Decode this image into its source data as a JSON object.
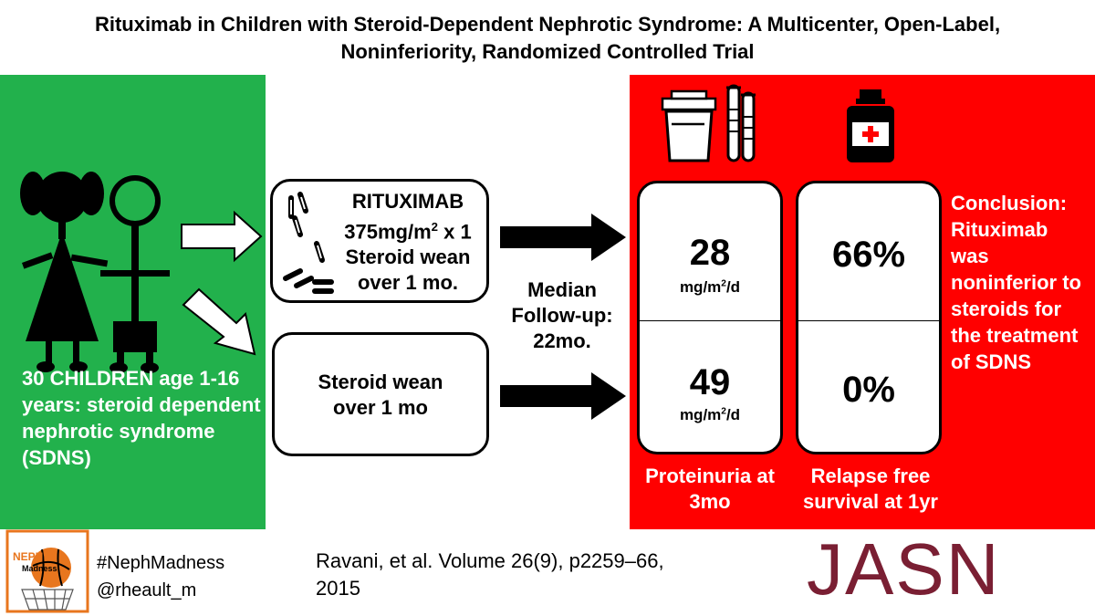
{
  "title": {
    "line1": "Rituximab in Children with Steroid-Dependent Nephrotic Syndrome: A Multicenter, Open-Label,",
    "line2": "Noninferiority, Randomized Controlled Trial"
  },
  "population": {
    "text": "30 CHILDREN age 1-16 years: steroid dependent nephrotic syndrome (SDNS)"
  },
  "arm_rituximab": {
    "line1": "RITUXIMAB",
    "dose": "375mg/m",
    "dose_sup": "2",
    "dose_suffix": " x 1",
    "line3": "Steroid wean",
    "line4": "over 1 mo."
  },
  "arm_steroid": {
    "line1": "Steroid wean",
    "line2": "over 1 mo"
  },
  "followup": {
    "line1": "Median",
    "line2": "Follow-up:",
    "line3": "22mo."
  },
  "proteinuria": {
    "rituximab_value": "28",
    "steroid_value": "49",
    "unit": "mg/m",
    "unit_sup": "2",
    "unit_suffix": "/d",
    "label_line1": "Proteinuria at",
    "label_line2": "3mo"
  },
  "relapse": {
    "rituximab_value": "66%",
    "steroid_value": "0%",
    "label_line1": "Relapse free",
    "label_line2": "survival at 1yr"
  },
  "conclusion": {
    "text": "Conclusion: Rituximab was noninferior to steroids for the treatment of SDNS"
  },
  "footer": {
    "logo_text": "NEPH",
    "logo_text2": "Madness",
    "hashtag": "#NephMadness",
    "handle": "@rheault_m",
    "citation": "Ravani, et al. Volume 26(9), p2259–66, 2015",
    "journal": "JASN"
  },
  "colors": {
    "green": "#22b14c",
    "red": "#ff0000",
    "journal": "#7a1f33",
    "logo_orange": "#e8761e"
  }
}
